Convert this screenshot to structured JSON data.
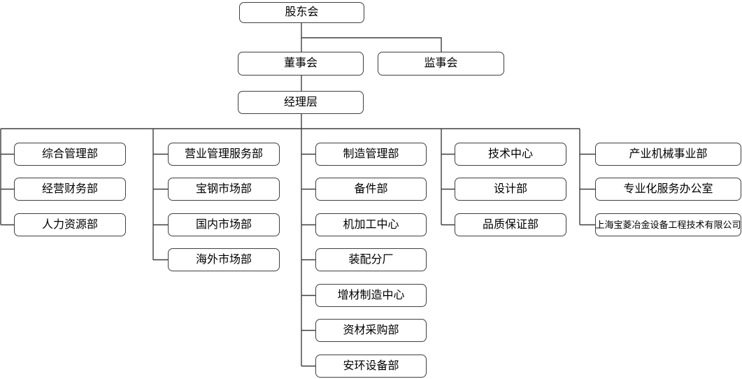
{
  "org_chart": {
    "root": {
      "label": "股东会"
    },
    "governance": [
      {
        "label": "董事会"
      },
      {
        "label": "监事会"
      }
    ],
    "management": {
      "label": "经理层"
    },
    "columns": [
      {
        "departments": [
          "综合管理部",
          "经营财务部",
          "人力资源部"
        ]
      },
      {
        "departments": [
          "营业管理服务部",
          "宝钢市场部",
          "国内市场部",
          "海外市场部"
        ]
      },
      {
        "departments": [
          "制造管理部",
          "备件部",
          "机加工中心",
          "装配分厂",
          "增材制造中心",
          "资材采购部",
          "安环设备部"
        ]
      },
      {
        "departments": [
          "技术中心",
          "设计部",
          "品质保证部"
        ]
      },
      {
        "departments": [
          "产业机械事业部",
          "专业化服务办公室",
          "上海宝菱冶金设备工程技术有限公司"
        ]
      }
    ],
    "style": {
      "node_fill_color": "#ffffff",
      "node_border_color": "#3f3f3f",
      "connector_color": "#3f3f3f",
      "text_color": "#000000"
    }
  }
}
